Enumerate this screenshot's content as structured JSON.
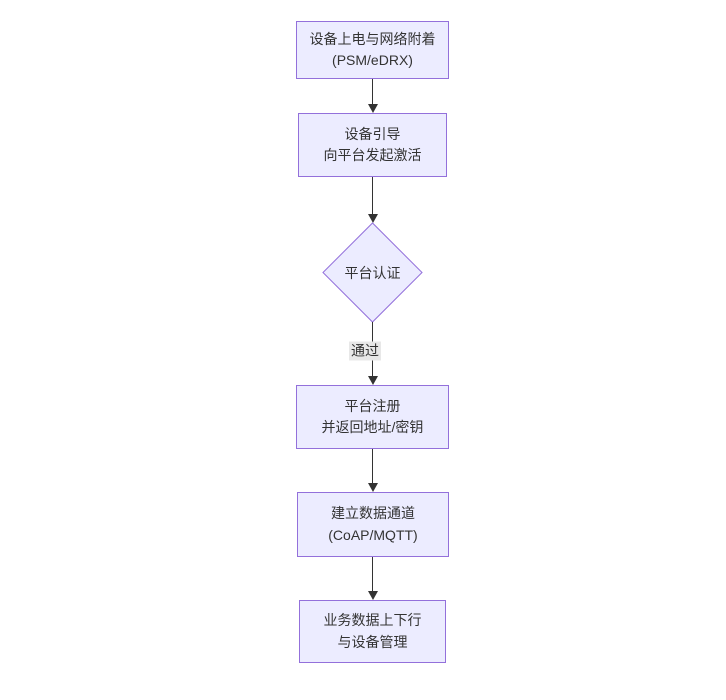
{
  "diagram": {
    "type": "flowchart",
    "direction": "top-to-bottom",
    "colors": {
      "node_fill": "#ECECFF",
      "node_border": "#9370DB",
      "edge_color": "#333333",
      "text_color": "#333333",
      "edge_label_bg": "#e8e8e8"
    },
    "nodes": [
      {
        "id": "device-power",
        "shape": "rect",
        "lines": [
          "设备上电与网络附着",
          "(PSM/eDRX)"
        ]
      },
      {
        "id": "device-bootstrap",
        "shape": "rect",
        "lines": [
          "设备引导",
          "向平台发起激活"
        ]
      },
      {
        "id": "platform-auth",
        "shape": "diamond",
        "label": "平台认证"
      },
      {
        "id": "platform-register",
        "shape": "rect",
        "lines": [
          "平台注册",
          "并返回地址/密钥"
        ]
      },
      {
        "id": "data-channel",
        "shape": "rect",
        "lines": [
          "建立数据通道",
          "(CoAP/MQTT)"
        ]
      },
      {
        "id": "business-data",
        "shape": "rect",
        "lines": [
          "业务数据上下行",
          "与设备管理"
        ]
      }
    ],
    "edges": [
      {
        "from": "device-power",
        "to": "device-bootstrap",
        "label": ""
      },
      {
        "from": "device-bootstrap",
        "to": "platform-auth",
        "label": ""
      },
      {
        "from": "platform-auth",
        "to": "platform-register",
        "label": "通过"
      },
      {
        "from": "platform-register",
        "to": "data-channel",
        "label": ""
      },
      {
        "from": "data-channel",
        "to": "business-data",
        "label": ""
      }
    ]
  }
}
